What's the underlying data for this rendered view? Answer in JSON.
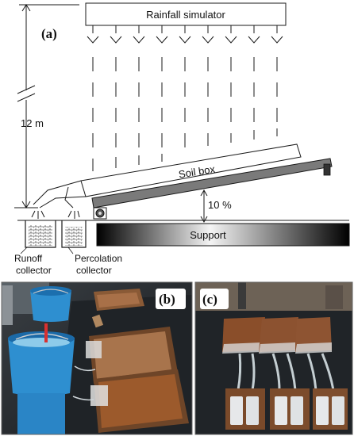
{
  "panels": {
    "a": "(a)",
    "b": "(b)",
    "c": "(c)"
  },
  "labels": {
    "rainfall_simulator": "Rainfall simulator",
    "height": "12 m",
    "soil_box": "Soil box",
    "slope": "10 %",
    "support": "Support",
    "runoff_line1": "Runoff",
    "runoff_line2": "collector",
    "percolation_line1": "Percolation",
    "percolation_line2": "collector"
  },
  "colors": {
    "line": "#1a1a1a",
    "bucket_blue": "#2e8fd0",
    "soil_brown": "#9a6a40",
    "wood": "#7a5030",
    "bench_dark": "#1e2226"
  }
}
